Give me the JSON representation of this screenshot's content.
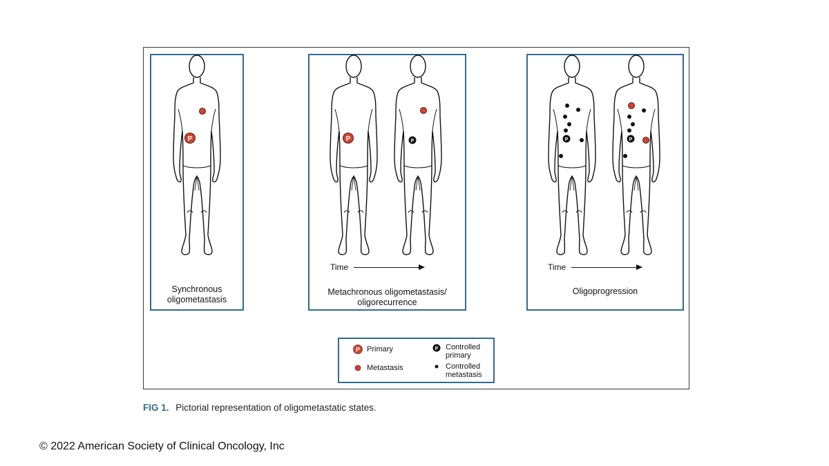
{
  "panels": {
    "synchronous": {
      "label": "Synchronous\noligometastasis"
    },
    "metachronous": {
      "label": "Metachronous oligometastasis/\noligorecurrence",
      "time_label": "Time"
    },
    "oligoprogression": {
      "label": "Oligoprogression",
      "time_label": "Time"
    }
  },
  "markers": {
    "primary_letter": "P"
  },
  "legend": {
    "primary": "Primary",
    "metastasis": "Metastasis",
    "controlled_primary": "Controlled\nprimary",
    "controlled_metastasis": "Controlled\nmetastasis"
  },
  "caption": {
    "fig_num": "FIG 1.",
    "text": "Pictorial representation of oligometastatic states."
  },
  "copyright": "© 2022 American Society of Clinical Oncology, Inc",
  "colors": {
    "primary": "#d9412b",
    "controlled": "#111111",
    "panel_border": "#2f6a94",
    "accent": "#2f6a94"
  }
}
